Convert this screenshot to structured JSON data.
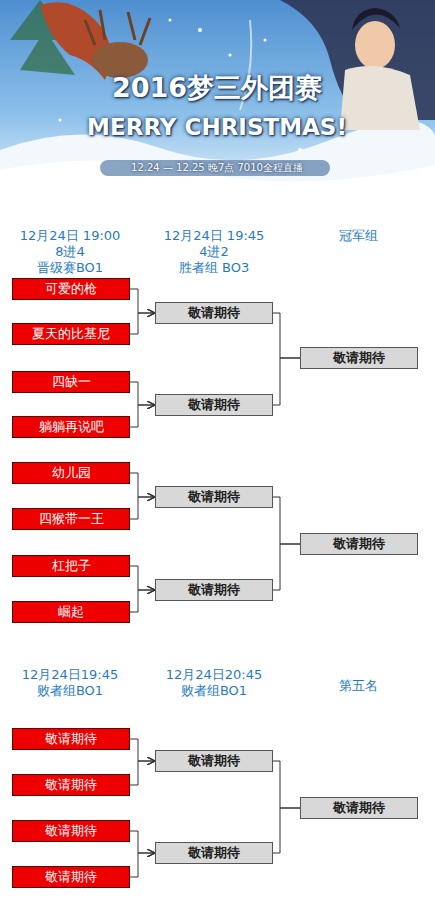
{
  "diagram": {
    "title": "2016梦三外团赛",
    "nodes": [
      {
        "text": [
          "可爱的枪"
        ]
      },
      {
        "text": [
          "夏天的比基尼"
        ]
      },
      {
        "text": [
          "四缺一"
        ]
      },
      {
        "text": [
          "躺躺再说吧"
        ]
      },
      {
        "text": [
          "幼儿园"
        ]
      },
      {
        "text": [
          "四猴带一王"
        ]
      },
      {
        "text": [
          "杠把子"
        ]
      },
      {
        "text": [
          "崛起"
        ]
      },
      {
        "text": [
          "敬请期待"
        ]
      },
      {
        "text": [
          "敬请期待"
        ]
      },
      {
        "text": [
          "敬请期待"
        ]
      },
      {
        "text": [
          "敬请期待"
        ]
      },
      {
        "text": [
          "敬请期待"
        ]
      },
      {
        "text": [
          "敬请期待"
        ]
      },
      {
        "text": [
          "敬请期待"
        ]
      },
      {
        "text": [
          "敬请期待"
        ]
      },
      {
        "text": [
          "敬请期待"
        ]
      },
      {
        "text": [
          "敬请期待"
        ]
      },
      {
        "text": [
          "敬请期待"
        ]
      },
      {
        "text": [
          "敬请期待"
        ]
      },
      {
        "text": [
          "敬请期待"
        ]
      }
    ],
    "edges": [
      {
        "from": 0,
        "to": 8,
        "arrow": "to"
      },
      {
        "from": 1,
        "to": 8,
        "arrow": "to"
      },
      {
        "from": 2,
        "to": 9,
        "arrow": "to"
      },
      {
        "from": 3,
        "to": 9,
        "arrow": "to"
      },
      {
        "from": 4,
        "to": 10,
        "arrow": "to"
      },
      {
        "from": 5,
        "to": 10,
        "arrow": "to"
      },
      {
        "from": 6,
        "to": 11,
        "arrow": "to"
      },
      {
        "from": 7,
        "to": 11,
        "arrow": "to"
      },
      {
        "from": 8,
        "to": 12,
        "arrow": "none"
      },
      {
        "from": 9,
        "to": 12,
        "arrow": "none"
      },
      {
        "from": 10,
        "to": 13,
        "arrow": "none"
      },
      {
        "from": 11,
        "to": 13,
        "arrow": "none"
      },
      {
        "from": 14,
        "to": 18,
        "arrow": "to"
      },
      {
        "from": 15,
        "to": 18,
        "arrow": "to"
      },
      {
        "from": 16,
        "to": 19,
        "arrow": "to"
      },
      {
        "from": 17,
        "to": 19,
        "arrow": "to"
      },
      {
        "from": 18,
        "to": 20,
        "arrow": "none"
      },
      {
        "from": 19,
        "to": 20,
        "arrow": "none"
      }
    ],
    "labels": [
      "MERRY CHRISTMAS!",
      "12.24 — 12.25 晚7点 7010全程直播",
      "12月24日 19:00",
      "8进4",
      "晋级赛BO1",
      "12月24日 19:45",
      "4进2",
      "胜者组 BO3",
      "冠军组",
      "12月24日19:45",
      "败者组BO1",
      "12月24日20:45",
      "败者组BO1",
      "第五名"
    ]
  }
}
